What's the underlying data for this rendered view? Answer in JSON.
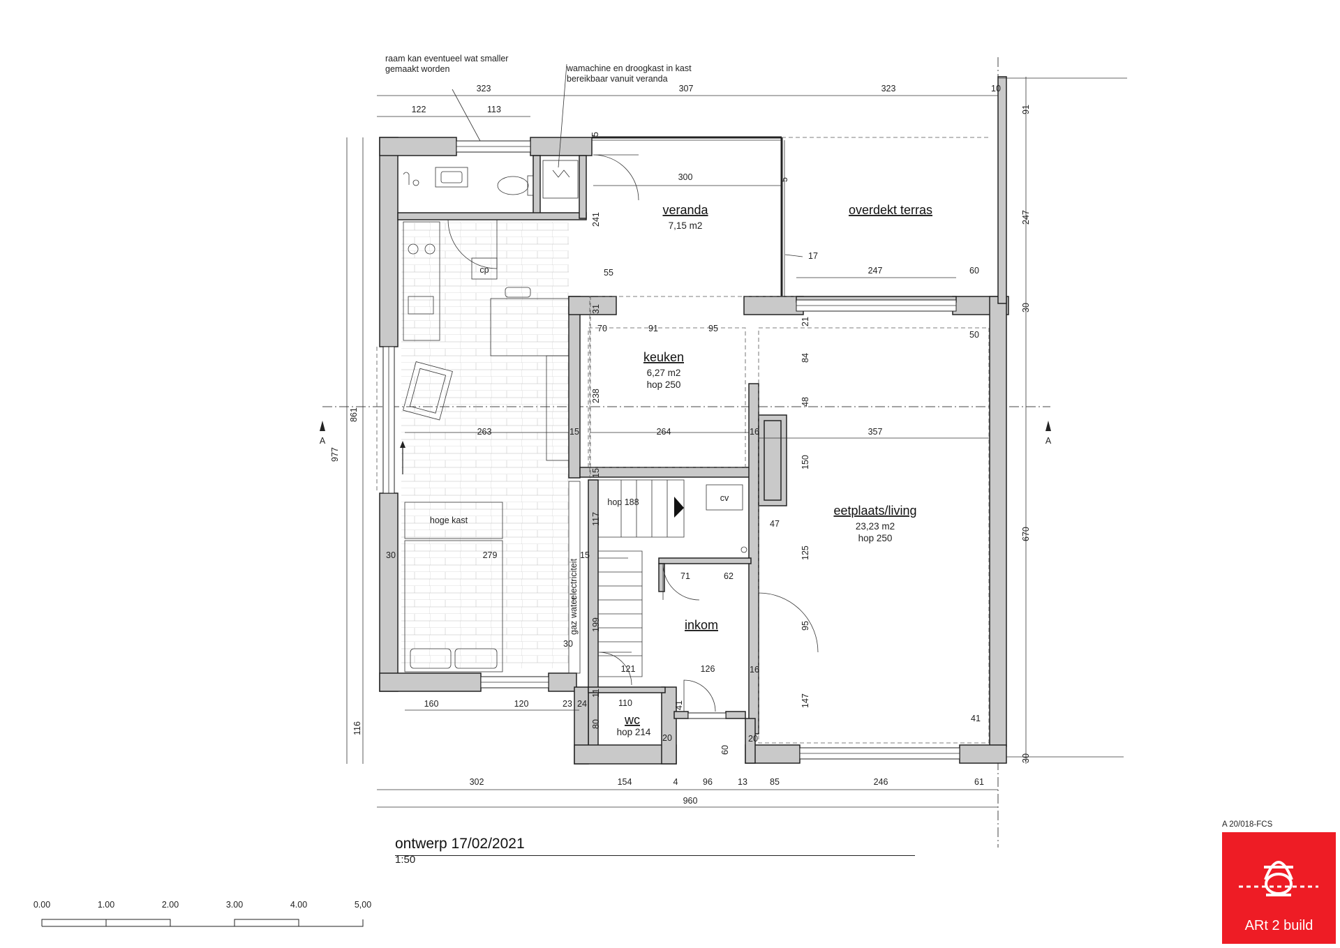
{
  "notes": {
    "window_note": "raam kan eventueel wat smaller gemaakt worden",
    "washer_note": "wamachine en droogkast in kast bereikbaar vanuit veranda"
  },
  "rooms": {
    "veranda": {
      "name": "veranda",
      "area": "7,15 m2"
    },
    "terrace": {
      "name": "overdekt terras"
    },
    "kitchen": {
      "name": "keuken",
      "area": "6,27 m2",
      "height": "hop 250"
    },
    "living": {
      "name": "eetplaats/living",
      "area": "23,23 m2",
      "height": "hop 250"
    },
    "entrance": {
      "name": "inkom"
    },
    "wc": {
      "name": "wc",
      "height": "hop 214"
    }
  },
  "labels": {
    "cp": "cp",
    "cv": "cv",
    "hoge_kast": "hoge kast",
    "stair_height": "hop 188",
    "electricity": "electriciteit",
    "water": "water",
    "gas": "gaz",
    "section_a": "A"
  },
  "dimensions": {
    "top_323a": "323",
    "top_307": "307",
    "top_323b": "323",
    "top_10": "10",
    "top_122": "122",
    "top_113": "113",
    "v_300": "300",
    "v_5a": "5",
    "v_5b": "5",
    "v_241": "241",
    "v_55": "55",
    "v_17": "17",
    "t_247": "247",
    "t_60": "60",
    "k_31": "31",
    "k_70": "70",
    "k_91": "91",
    "k_95": "95",
    "k_238": "238",
    "k_15": "15",
    "k_264": "264",
    "k_16a": "16",
    "k_15b": "15",
    "l_21": "21",
    "l_50": "50",
    "l_84": "84",
    "l_48": "48",
    "l_357": "357",
    "l_150": "150",
    "l_47": "47",
    "l_125": "125",
    "l_95": "95",
    "l_16": "16",
    "l_147": "147",
    "l_41a": "41",
    "l_20": "20",
    "b_263": "263",
    "b_279": "279",
    "b_30": "30",
    "b_30b": "30",
    "s_117": "117",
    "s_15": "15",
    "s_199": "199",
    "s_71": "71",
    "s_62": "62",
    "s_121": "121",
    "s_126": "126",
    "w_11": "11",
    "w_110": "110",
    "w_80": "80",
    "w_20": "20",
    "w_41": "41",
    "w_60": "60",
    "r_91": "91",
    "r_247": "247",
    "r_30": "30",
    "r_670": "670",
    "r_30b": "30",
    "left_861": "861",
    "left_977": "977",
    "left_116": "116",
    "bot_160": "160",
    "bot_120": "120",
    "bot_23": "23",
    "bot_24": "24",
    "bot_302": "302",
    "bot_154": "154",
    "bot_4": "4",
    "bot_96": "96",
    "bot_13": "13",
    "bot_85": "85",
    "bot_246": "246",
    "bot_61": "61",
    "bot_960": "960"
  },
  "title_block": {
    "design": "ontwerp 17/02/2021",
    "scale": "1:50"
  },
  "scale_bar": {
    "ticks": [
      "0.00",
      "1.00",
      "2.00",
      "3.00",
      "4.00",
      "5,00"
    ]
  },
  "logo": {
    "reference": "A 20/018-FCS",
    "name": "ARt 2 build",
    "color": "#ee1c25"
  }
}
